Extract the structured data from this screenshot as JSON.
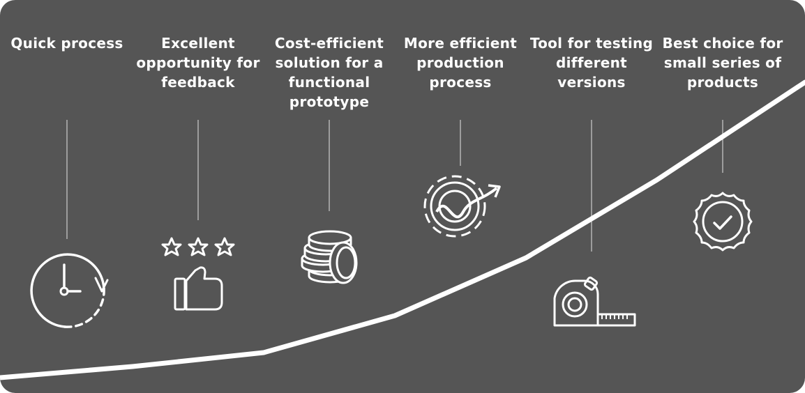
{
  "colors": {
    "background": "#555555",
    "foreground": "#ffffff"
  },
  "benefits": [
    {
      "label": "Quick process",
      "icon": "clock-icon"
    },
    {
      "label": "Excellent opportunity for feedback",
      "icon": "thumbs-up-stars-icon"
    },
    {
      "label": "Cost-efficient solution for a functional prototype",
      "icon": "coins-icon"
    },
    {
      "label": "More efficient production process",
      "icon": "gear-growth-icon"
    },
    {
      "label": "Tool for testing different versions",
      "icon": "tape-measure-icon"
    },
    {
      "label": "Best choice for small series of products",
      "icon": "badge-check-icon"
    }
  ]
}
